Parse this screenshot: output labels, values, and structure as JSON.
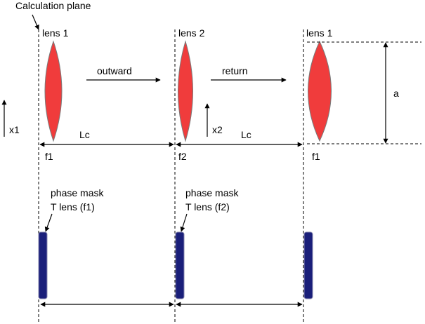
{
  "labels": {
    "calculation_plane": "Calculation plane",
    "lens1_left": "lens 1",
    "lens2": "lens 2",
    "lens1_right": "lens 1",
    "outward": "outward",
    "return": "return",
    "a": "a",
    "x1": "x1",
    "x2": "x2",
    "lc_left": "Lc",
    "lc_right": "Lc",
    "f1_left": "f1",
    "f2": "f2",
    "f1_right": "f1",
    "phase_mask_1_line1": "phase mask",
    "phase_mask_1_line2": "T lens (f1)",
    "phase_mask_2_line1": "phase mask",
    "phase_mask_2_line2": "T lens (f2)"
  },
  "colors": {
    "lens_fill": "#f03c3c",
    "lens_stroke": "#7a7a7a",
    "mask_fill": "#1a1f7a",
    "mask_stroke": "#8a8ab0",
    "line": "#000000"
  }
}
